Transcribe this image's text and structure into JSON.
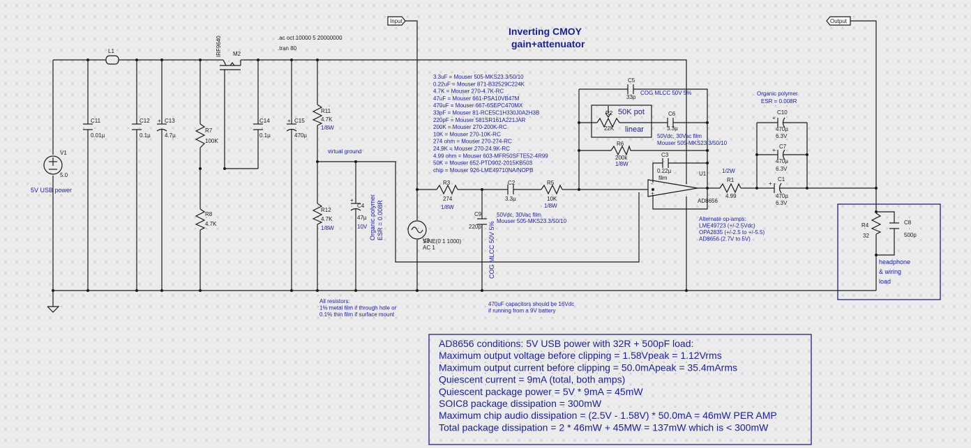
{
  "title": [
    "Inverting CMOY",
    "gain+attenuator"
  ],
  "directives": [
    ".ac oct 10000 5 20000000",
    ".tran 80"
  ],
  "labels": {
    "input": "Input",
    "output": "Output",
    "virtual_ground": "virtual ground",
    "usb_power": "5V USB power"
  },
  "components": {
    "L1": "L1",
    "M2": "M2",
    "M2_part": "IRF9640",
    "V1": "V1",
    "V1_val": "5.0",
    "C11": "C11",
    "C11_val": "0.01µ",
    "C12": "C12",
    "C12_val": "0.1µ",
    "C13": "C13",
    "C13_val": "4.7µ",
    "R7": "R7",
    "R7_val": "100K",
    "R8": "R8",
    "R8_val": "4.7K",
    "C14": "C14",
    "C14_val": "0.1µ",
    "C15": "C15",
    "C15_val": "470µ",
    "R11": "R11",
    "R11_val": "4.7K",
    "R11_pw": "1/8W",
    "R12": "R12",
    "R12_val": "4.7K",
    "R12_pw": "1/8W",
    "C4": "C4",
    "C4_val": "47µ",
    "C4_v": "10V",
    "C4_note": [
      "Organic polymer",
      "ESR = 0.008R"
    ],
    "V3": "V3",
    "V3_val": "SINE(0 1 1000)",
    "V3_ac": "AC 1",
    "R3": "R3",
    "R3_val": "274",
    "R3_pw": "1/8W",
    "C9": "C9",
    "C9_val": "220p",
    "C9_note": "COG MLCC 50V 5%",
    "C2": "C2",
    "C2_val": "3.3µ",
    "C2_note": [
      "50Vdc, 30Vac film",
      "Mouser 505-MKS23.3/50/10"
    ],
    "R5": "R5",
    "R5_val": "10K",
    "R5_pw": "1/8W",
    "C5": "C5",
    "C5_val": "33p",
    "C5_note": "COG MLCC 50V 5%",
    "R2": "R2",
    "R2_val": "22K",
    "pot_note": [
      "50K pot",
      "linear"
    ],
    "C6": "C6",
    "C6_val": "3.3µ",
    "C6_note": [
      "50Vdc, 30Vac film",
      "Mouser 505-MKS23.3/50/10"
    ],
    "R6": "R6",
    "R6_val": "200k",
    "R6_pw": "1/8W",
    "C3": "C3",
    "C3_val": "0.22µ",
    "C3_type": "film",
    "U1": "U1",
    "U1_part": "AD8656",
    "R1": "R1",
    "R1_pw": "1/2W",
    "R1_val": "4.99",
    "C10": "C10",
    "C10_val": "470µ",
    "C10_v": "6.3V",
    "C7": "C7",
    "C7_val": "470µ",
    "C7_v": "6.3V",
    "C1": "C1",
    "C1_val": "470µ",
    "C1_v": "6.3V",
    "out_note": [
      "Organic polymer",
      "ESR = 0.008R"
    ],
    "R4": "R4",
    "R4_val": "32",
    "C8": "C8",
    "C8_val": "500p"
  },
  "load_label": [
    "headphone",
    "& wiring",
    "load"
  ],
  "bom": [
    "3.3uF = Mouser 505-MKS23.3/50/10",
    "0.22uF = Mouser 871-B32529C224K",
    "4.7K = Mouser 270-4.7K-RC",
    "47uF = Mouser 661-PSA10VB47M",
    "470uF = Mouser 667-6SEPC470MX",
    "33pF = Mouser 81-RCE5C1H330J0A2H3B",
    "220pF = Mouser 581SR161A221JAR",
    "200K = Mouser 270-200K-RC",
    "10K = Mouser 270-10K-RC",
    "274 ohm = Mouser 270-274-RC",
    "24.9K = Mouser 270-24.9K-RC",
    "4.99 ohm = Mouser 603-MFR50SFTE52-4R99",
    "50K = Mouser 652-PTD902-2015KB503",
    "chip = Mouser 926-LME49710NA/NOPB"
  ],
  "opamps": [
    "Alternate op-amps:",
    "LME49723 (+/-2.5Vdc)",
    "OPA2835 (+/-2.5 to +/-5.5)",
    "AD8656 (2.7V to 5V)"
  ],
  "resistor_note": [
    "All resistors:",
    "1% metal film if through hole or",
    "0.1% thin film if surface mount"
  ],
  "cap_note": [
    "470uF capacitors should be 16Vdc",
    "if running from a 9V battery"
  ],
  "conditions": [
    "AD8656 conditions: 5V USB power with 32R + 500pF load:",
    "Maximum output voltage before clipping  = 1.58Vpeak = 1.12Vrms",
    "Maximum output current before clipping = 50.0mApeak = 35.4mArms",
    "Quiescent current = 9mA (total, both amps)",
    "Quiescent package power = 5V * 9mA = 45mW",
    "SOIC8 package dissipation = 300mW",
    "Maximum chip audio dissipation = (2.5V - 1.58V) * 50.0mA = 46mW PER AMP",
    "Total package dissipation = 2 * 46mW + 45MW = 137mW which is < 300mW"
  ],
  "colors": {
    "wire": "#1a1a1a",
    "note": "#1c1ca0",
    "background": "#ebebeb"
  }
}
